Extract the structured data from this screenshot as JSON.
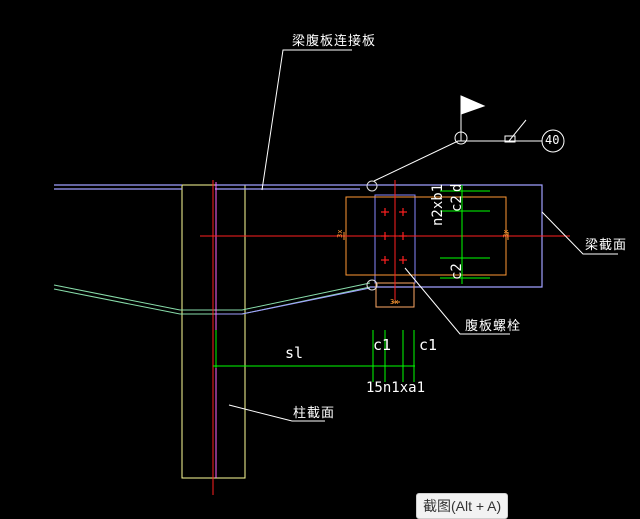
{
  "labels": {
    "beam_web_plate": "梁腹板连接板",
    "beam_section": "梁截面",
    "web_bolt": "腹板螺栓",
    "column_section": "柱截面"
  },
  "dims": {
    "n2xb1": "n2xb1",
    "c2_top": "c2",
    "d": "d",
    "c2_bottom": "c2",
    "c1_left": "c1",
    "c1_right": "c1",
    "sl": "sl",
    "n1xa1": "15n1xa1",
    "small_marks": [
      "3x",
      "3x",
      "3x"
    ]
  },
  "weld_symbol": {
    "ref": "40"
  },
  "tooltip": {
    "text": "截图(Alt + A)"
  },
  "colors": {
    "background": "#000000",
    "beam_outline": "#a0a0ff",
    "plate_outline": "#8888ff",
    "column_outline": "#ffff99",
    "centerline": "#ff2020",
    "dimension": "#00ff00",
    "bolt_frame": "#ff9933",
    "leader": "#ffffff"
  }
}
